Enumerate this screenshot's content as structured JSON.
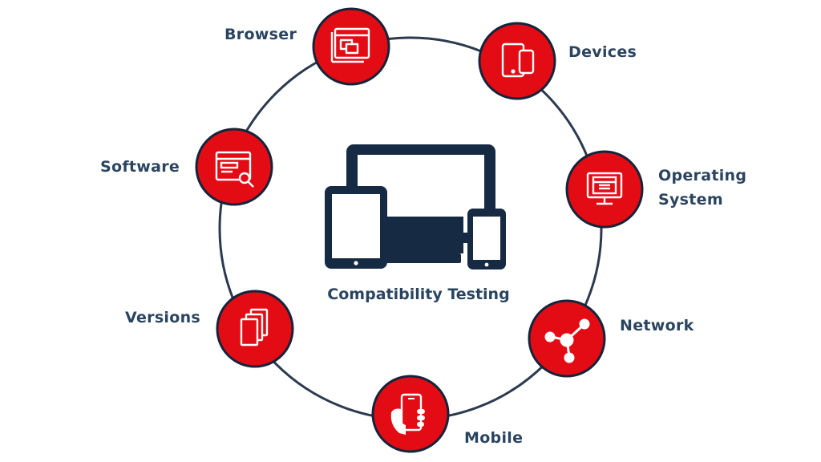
{
  "center": {
    "title": "Compatibility Testing"
  },
  "nodes": {
    "browser": "Browser",
    "devices": "Devices",
    "operating_system_line1": "Operating",
    "operating_system_line2": "System",
    "network": "Network",
    "mobile": "Mobile",
    "versions": "Versions",
    "software": "Software"
  },
  "colors": {
    "node_fill": "#e30c14",
    "node_ring": "#14243a",
    "circle_stroke": "#2b3a4e",
    "device_icon": "#172a44",
    "label_text": "#2a4460"
  },
  "icons": {
    "browser": "browser-windows-icon",
    "devices": "tablet-phone-icon",
    "operating_system": "monitor-window-icon",
    "network": "network-nodes-icon",
    "mobile": "hand-phone-icon",
    "versions": "stacked-pages-icon",
    "software": "window-search-icon",
    "center": "multi-device-icon"
  }
}
